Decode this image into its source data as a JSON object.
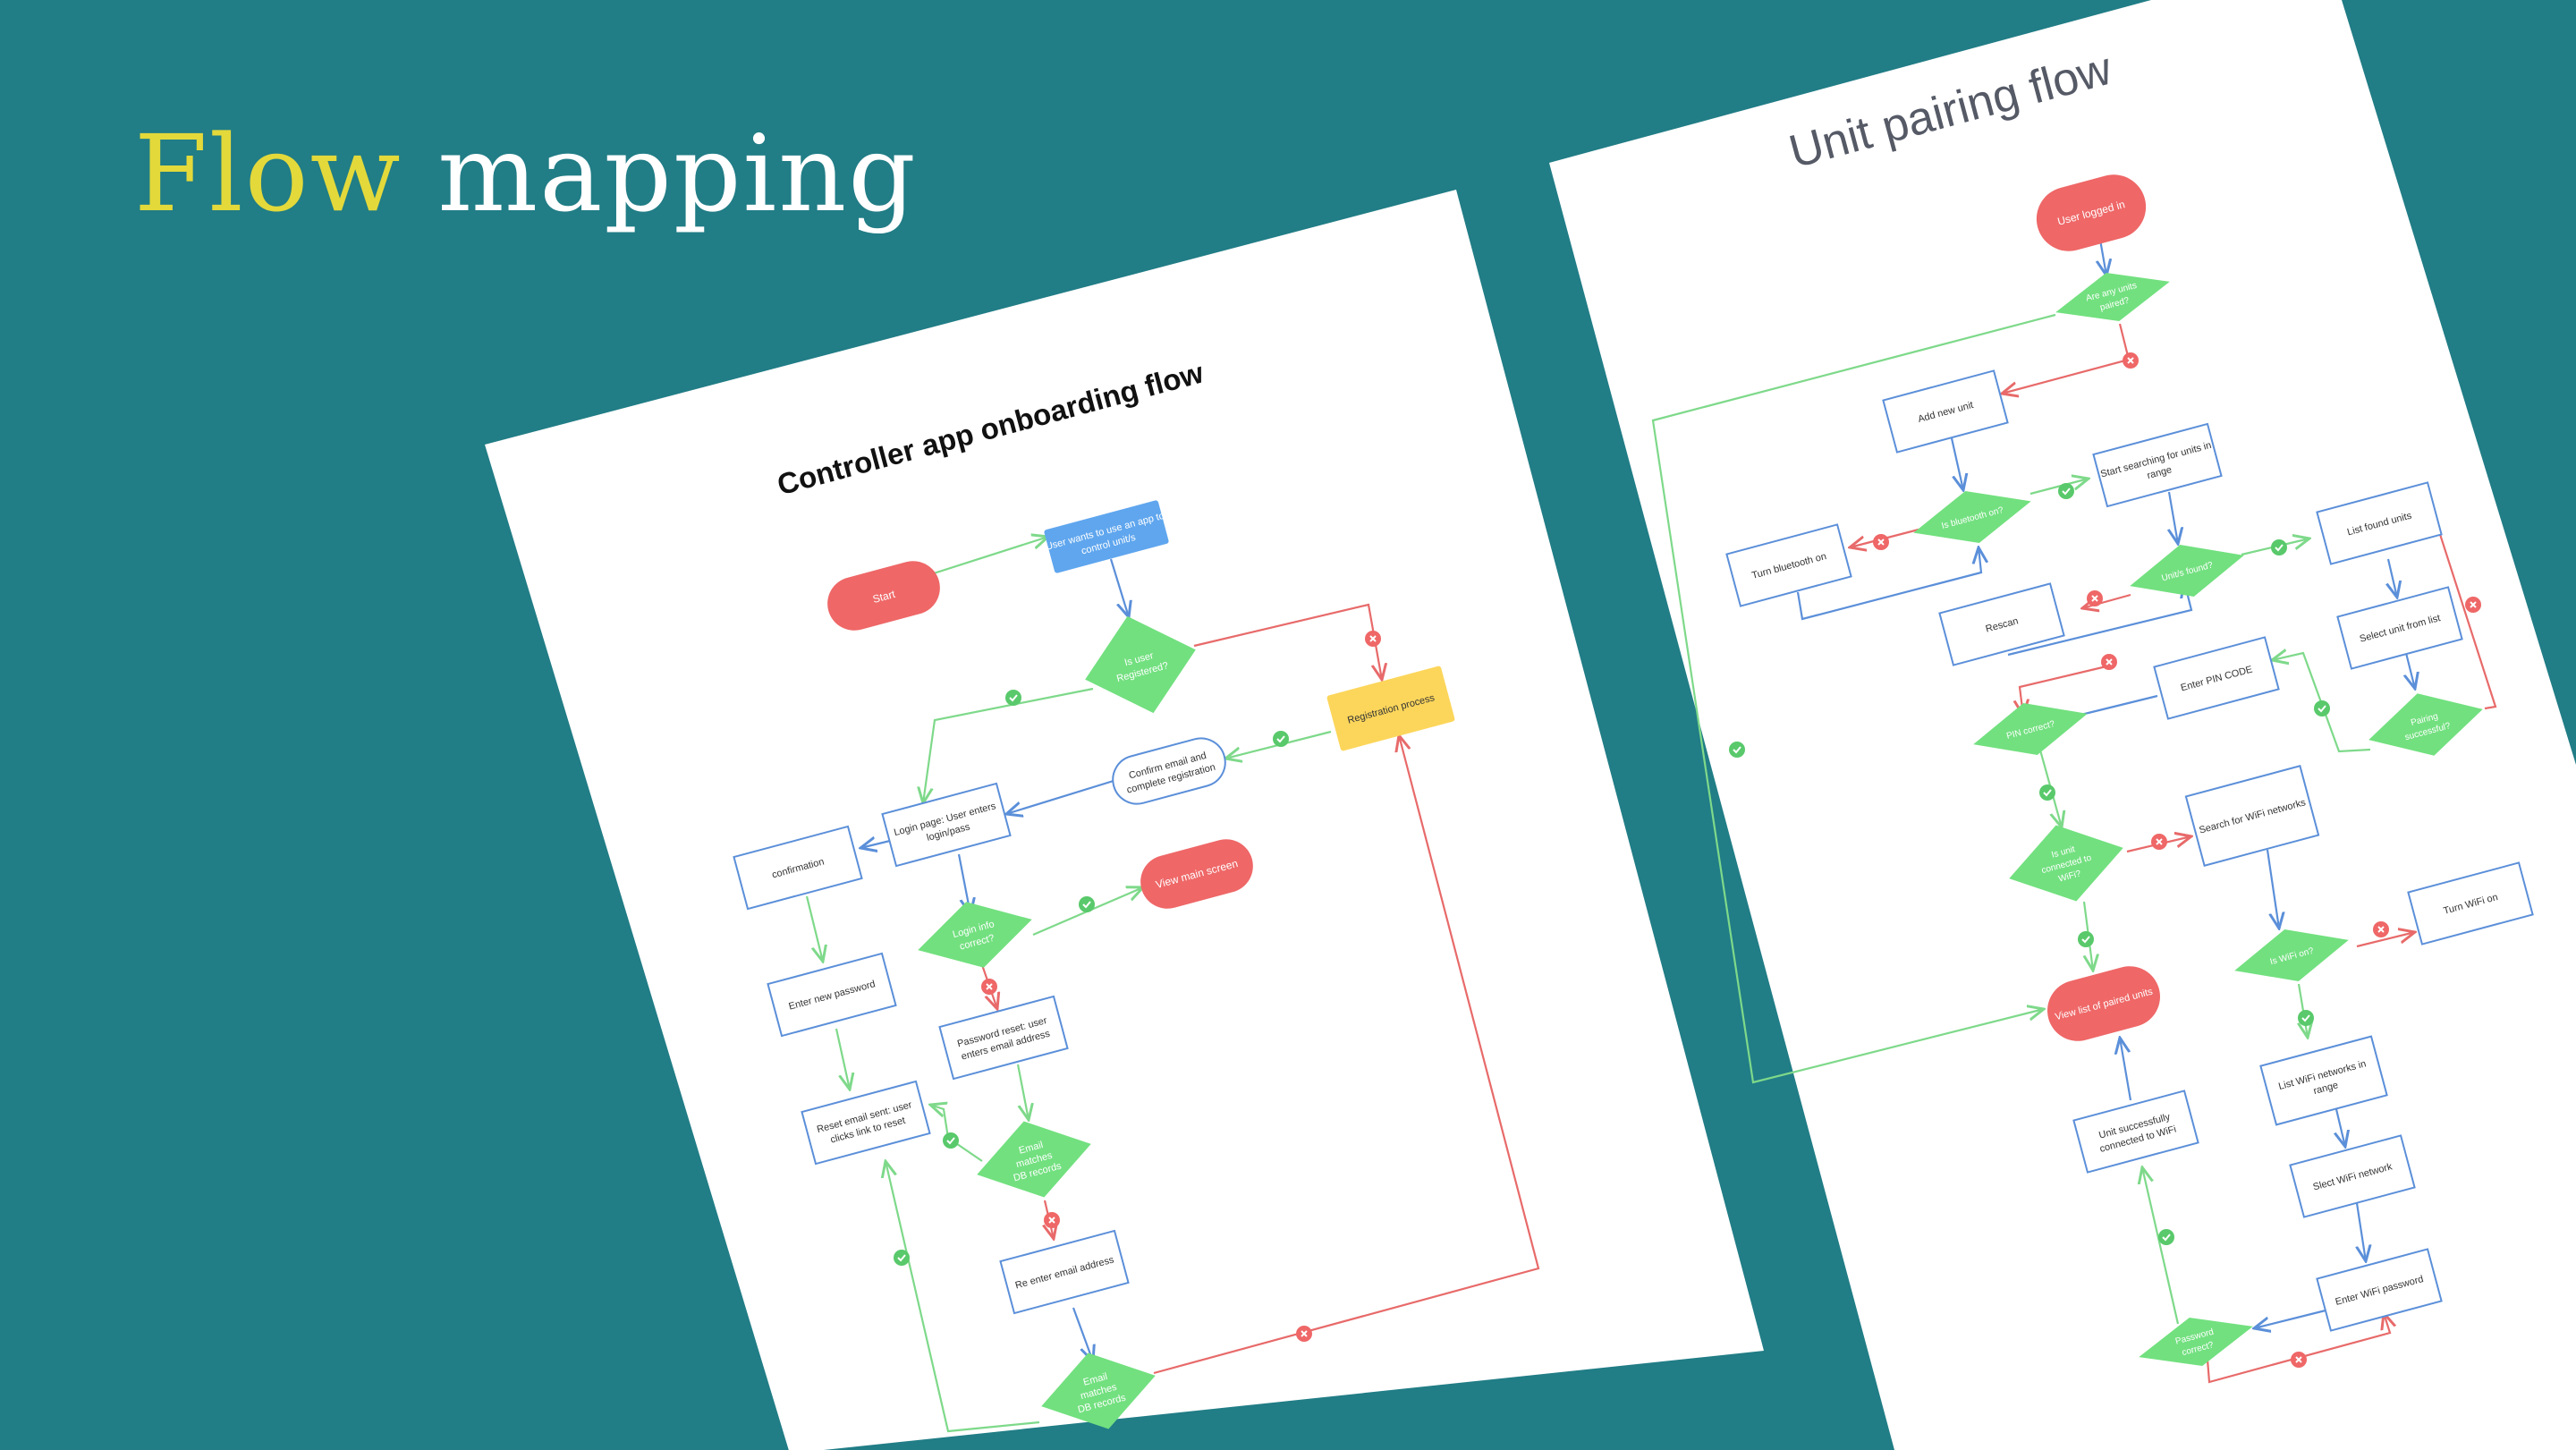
{
  "slide": {
    "title_part1": "Flow",
    "title_part2": "mapping",
    "colors": {
      "background": "#217d86",
      "title_accent": "#e3d93b",
      "title_main": "#ffffff",
      "start_end": "#ef6767",
      "decision": "#72e07f",
      "process_border": "#5b8fd9",
      "entry_node": "#5fa6ee",
      "highlight": "#fcd65b",
      "yes_line": "#7ed98a",
      "no_line": "#e86a6a",
      "flow_line": "#5b8fd9"
    }
  },
  "onboarding": {
    "title": "Controller app onboarding  flow",
    "entry": [
      "User wants to use an app to",
      "control unit/s"
    ],
    "start": "Start",
    "is_registered": [
      "Is user",
      "Registered?"
    ],
    "registration": "Registration process",
    "confirm_email": [
      "Confirm email and",
      "complete registration"
    ],
    "login_page": [
      "Login page: User enters",
      "login/pass"
    ],
    "confirmation": "confirmation",
    "view_main": "View main screen",
    "login_correct": [
      "Login info",
      "correct?"
    ],
    "password_reset": [
      "Password reset: user",
      "enters email address"
    ],
    "enter_new_password": "Enter new password",
    "reset_email_sent": [
      "Reset email sent: user",
      "clicks link to reset"
    ],
    "email_matches_1": [
      "Email",
      "matches",
      "DB records"
    ],
    "re_enter_email": "Re enter email address",
    "email_matches_2": [
      "Email",
      "matches",
      "DB records"
    ]
  },
  "pairing": {
    "title": "Unit pairing flow",
    "user_logged_in": "User logged in",
    "any_units_paired": [
      "Are any units",
      "paired?"
    ],
    "add_new_unit": "Add new unit",
    "is_bluetooth_on": "Is bluetooth on?",
    "turn_bluetooth_on": "Turn bluetooth on",
    "start_searching": [
      "Start searching for units in",
      "range"
    ],
    "units_found": "Unit/s found?",
    "rescan": "Rescan",
    "list_found_units": "List found units",
    "select_unit": "Select unit from list",
    "pairing_successful": [
      "Pairing",
      "successful?"
    ],
    "enter_pin": "Enter PIN CODE",
    "pin_correct": "PIN correct?",
    "unit_connected_wifi": [
      "Is unit",
      "connected to",
      "WiFi?"
    ],
    "search_wifi": "Search for WiFi networks",
    "is_wifi_on": "Is WiFi on?",
    "turn_wifi_on": "Turn WiFi on",
    "view_paired_units": "View list of paired units",
    "list_wifi": [
      "List WiFi networks in",
      "range"
    ],
    "select_wifi": "Slect WiFi network",
    "enter_wifi_password": "Enter WiFi password",
    "password_correct": [
      "Password",
      "correct?"
    ],
    "unit_success": [
      "Unit successfully",
      "connected to WiFi"
    ]
  }
}
